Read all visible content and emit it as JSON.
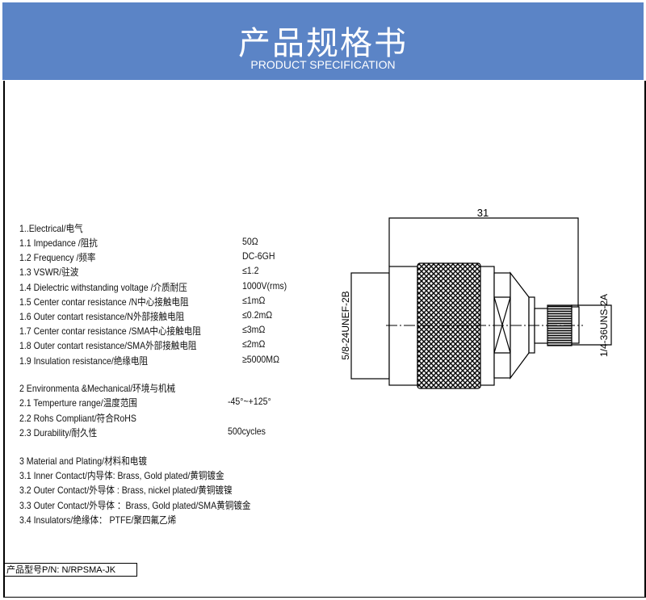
{
  "header": {
    "title": "产品规格书",
    "subtitle": "PRODUCT SPECIFICATION",
    "color": "#5b84c6"
  },
  "electrical": {
    "heading": "1..Electrical/电气",
    "rows": [
      {
        "label": "1.1 Impedance  /阻抗",
        "value": "50Ω"
      },
      {
        "label": "1.2 Frequency /频率",
        "value": "DC-6GH"
      },
      {
        "label": "1.3 VSWR/驻波",
        "value": "≤1.2"
      },
      {
        "label": "1.4 Dielectric withstanding voltage /介质耐压",
        "value": "1000V(rms)"
      },
      {
        "label": "1.5 Center contar resistance /N中心接触电阻",
        "value": "≤1mΩ"
      },
      {
        "label": "1.6 Outer contart resistance/N外部接触电阻",
        "value": "≤0.2mΩ"
      },
      {
        "label": "1.7 Center contar resistance /SMA中心接触电阻",
        "value": "≤3mΩ"
      },
      {
        "label": "1.8 Outer contart resistance/SMA外部接触电阻",
        "value": "≤2mΩ"
      },
      {
        "label": "1.9 Insulation  resistance/绝缘电阻",
        "value": "≥5000MΩ"
      }
    ]
  },
  "environmental": {
    "heading": "2 Environmenta &Mechanical/环境与机械",
    "rows": [
      {
        "label": "2.1 Temperture range/温度范围",
        "value": "-45°~+125°"
      },
      {
        "label": "2.2 Rohs Compliant/符合RoHS",
        "value": ""
      },
      {
        "label": "2.3 Durability/耐久性",
        "value": "500cycles"
      }
    ]
  },
  "material": {
    "heading": "3 Material and Plating/材料和电镀",
    "rows": [
      "3.1 Inner Contact/内导体:  Brass, Gold plated/黄铜镀金",
      "3.2 Outer Contact/外导体 : Brass, nickel plated/黄铜镀镍",
      "3.3 Outer Contact/外导体 ：Brass, Gold plated/SMA黄铜镀金",
      "3.4 Insulators/绝缘体： PTFE/聚四氟乙烯"
    ]
  },
  "part_number": "产品型号P/N:  N/RPSMA-JK",
  "drawing": {
    "dimension": "31",
    "left_thread": "5/8-24UNEF-2B",
    "right_thread": "1/4-36UNS-2A"
  }
}
